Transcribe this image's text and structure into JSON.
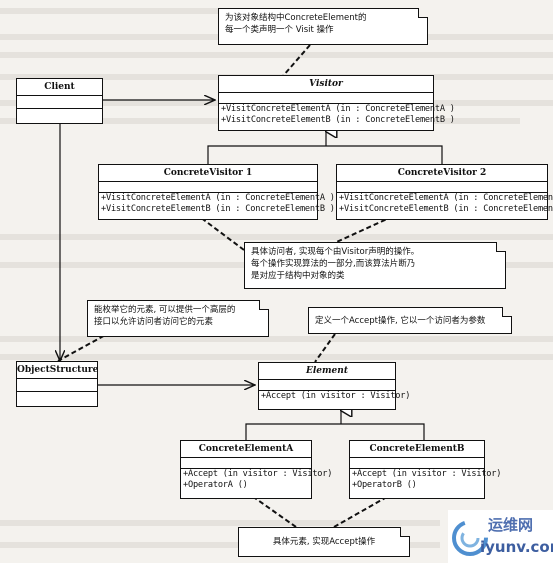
{
  "classes": {
    "client": {
      "name": "Client",
      "rows": []
    },
    "visitor": {
      "name": "Visitor",
      "rows": [
        "+VisitConcreteElementA  (in  : ConcreteElementA )",
        "+VisitConcreteElementB  (in  : ConcreteElementB )"
      ]
    },
    "cv1": {
      "name": "ConcreteVisitor 1",
      "rows": [
        "+VisitConcreteElementA  (in  : ConcreteElementA )",
        "+VisitConcreteElementB  (in  : ConcreteElementB )"
      ]
    },
    "cv2": {
      "name": "ConcreteVisitor 2",
      "rows": [
        "+VisitConcreteElementA  (in  : ConcreteElementA )",
        "+VisitConcreteElementB  (in  : ConcreteElementB )"
      ]
    },
    "objstruct": {
      "name": "ObjectStructure",
      "rows": []
    },
    "element": {
      "name": "Element",
      "rows": [
        "+Accept (in visitor  : Visitor)"
      ]
    },
    "cea": {
      "name": "ConcreteElementA",
      "rows": [
        "+Accept (in visitor  : Visitor)",
        "+OperatorA ()"
      ]
    },
    "ceb": {
      "name": "ConcreteElementB",
      "rows": [
        "+Accept (in visitor  : Visitor)",
        "+OperatorB ()"
      ]
    }
  },
  "notes": {
    "visitor_note": [
      "为该对象结构中ConcreteElement的",
      "每一个类声明一个 Visit 操作"
    ],
    "cv_note": [
      "具体访问者, 实现每个由Visitor声明的操作。",
      "每个操作实现算法的一部分,而该算法片断乃",
      "是对应于结构中对象的类"
    ],
    "objstruct_note": [
      "能枚举它的元素, 可以提供一个高层的",
      "接口以允许访问者访问它的元素"
    ],
    "element_note": [
      "定义一个Accept操作, 它以一个访问者为参数"
    ],
    "ce_note": [
      "具体元素, 实现Accept操作"
    ]
  },
  "watermark": {
    "line1": "运维网",
    "line2": "iyunv.com"
  }
}
